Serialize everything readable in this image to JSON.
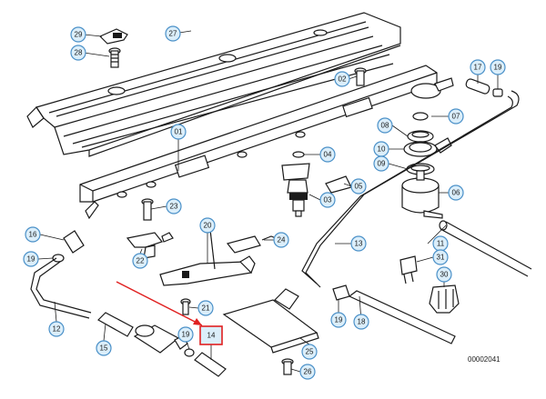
{
  "diagram": {
    "doc_number": "00002041",
    "highlighted_part": "14",
    "accent_color": "#e02020",
    "callout_fill": "#dbeefa",
    "callout_stroke": "#4a90c8",
    "callouts": [
      "29",
      "27",
      "28",
      "02",
      "17",
      "19",
      "01",
      "07",
      "08",
      "04",
      "10",
      "09",
      "05",
      "06",
      "03",
      "16",
      "23",
      "20",
      "24",
      "13",
      "11",
      "19",
      "22",
      "31",
      "30",
      "21",
      "18",
      "19",
      "12",
      "15",
      "19",
      "14",
      "25",
      "26"
    ]
  }
}
